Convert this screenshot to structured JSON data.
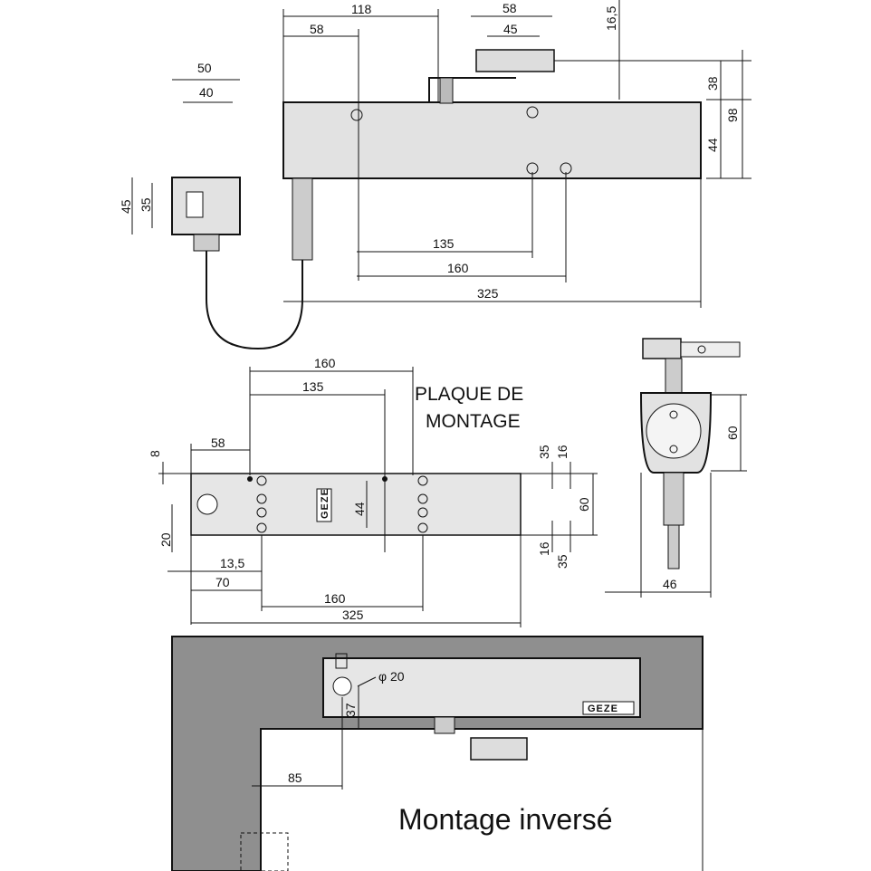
{
  "labels": {
    "plate_title_1": "PLAQUE DE",
    "plate_title_2": "MONTAGE",
    "inverse_title": "Montage inversé",
    "brand": "GEZE",
    "diameter": "φ 20"
  },
  "dims_top": {
    "d118": "118",
    "d58a": "58",
    "d58b": "58",
    "d45a": "45",
    "d16_5": "16,5",
    "d38": "38",
    "d98": "98",
    "d44a": "44",
    "d50": "50",
    "d40": "40",
    "d45b": "45",
    "d35a": "35",
    "d135a": "135",
    "d160a": "160",
    "d325a": "325"
  },
  "dims_plate": {
    "d160b": "160",
    "d135b": "135",
    "d58c": "58",
    "d8": "8",
    "d20": "20",
    "d13_5": "13,5",
    "d70": "70",
    "d160c": "160",
    "d325b": "325",
    "d44b": "44",
    "d35b": "35",
    "d16a": "16",
    "d60a": "60",
    "d16b": "16",
    "d35c": "35"
  },
  "dims_side": {
    "d60b": "60",
    "d46": "46"
  },
  "dims_inverse": {
    "d37": "37",
    "d85": "85"
  }
}
